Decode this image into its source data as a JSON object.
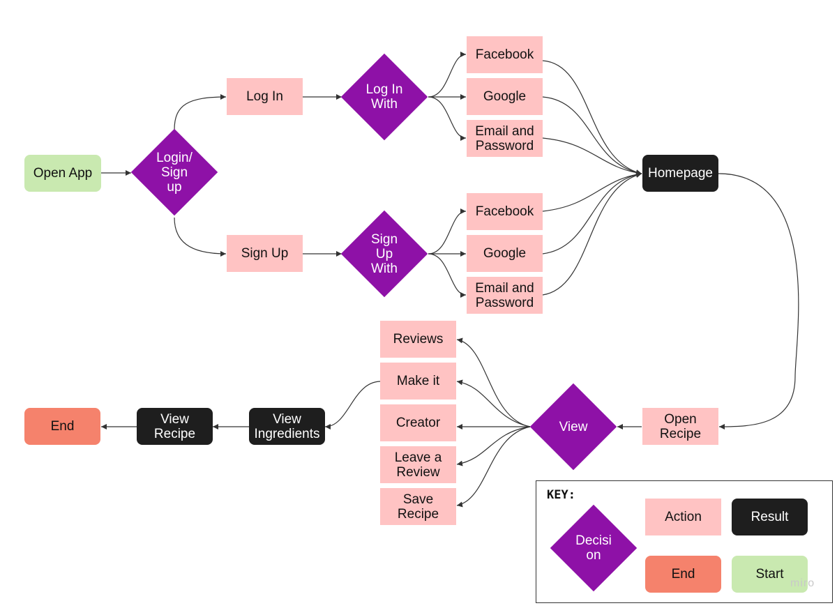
{
  "nodes": {
    "open_app": "Open App",
    "login_signup": "Login/\nSign\nup",
    "log_in": "Log In",
    "sign_up": "Sign Up",
    "log_in_with": "Log In\nWith",
    "sign_up_with": "Sign\nUp\nWith",
    "facebook_1": "Facebook",
    "google_1": "Google",
    "email_1": "Email and\nPassword",
    "facebook_2": "Facebook",
    "google_2": "Google",
    "email_2": "Email and\nPassword",
    "homepage": "Homepage",
    "open_recipe": "Open\nRecipe",
    "view": "View",
    "reviews": "Reviews",
    "make_it": "Make it",
    "creator": "Creator",
    "leave_review": "Leave a\nReview",
    "save_recipe": "Save\nRecipe",
    "view_ingredients": "View\nIngredients",
    "view_recipe": "View\nRecipe",
    "end": "End"
  },
  "key": {
    "title": "KEY:",
    "decision": "Decisi\non",
    "action": "Action",
    "result": "Result",
    "end": "End",
    "start": "Start"
  },
  "colors": {
    "action": "#ffc3c3",
    "result": "#1e1e1e",
    "decision": "#8e11a7",
    "start": "#c9e9b0",
    "end": "#f5826c"
  },
  "watermark": "miro"
}
